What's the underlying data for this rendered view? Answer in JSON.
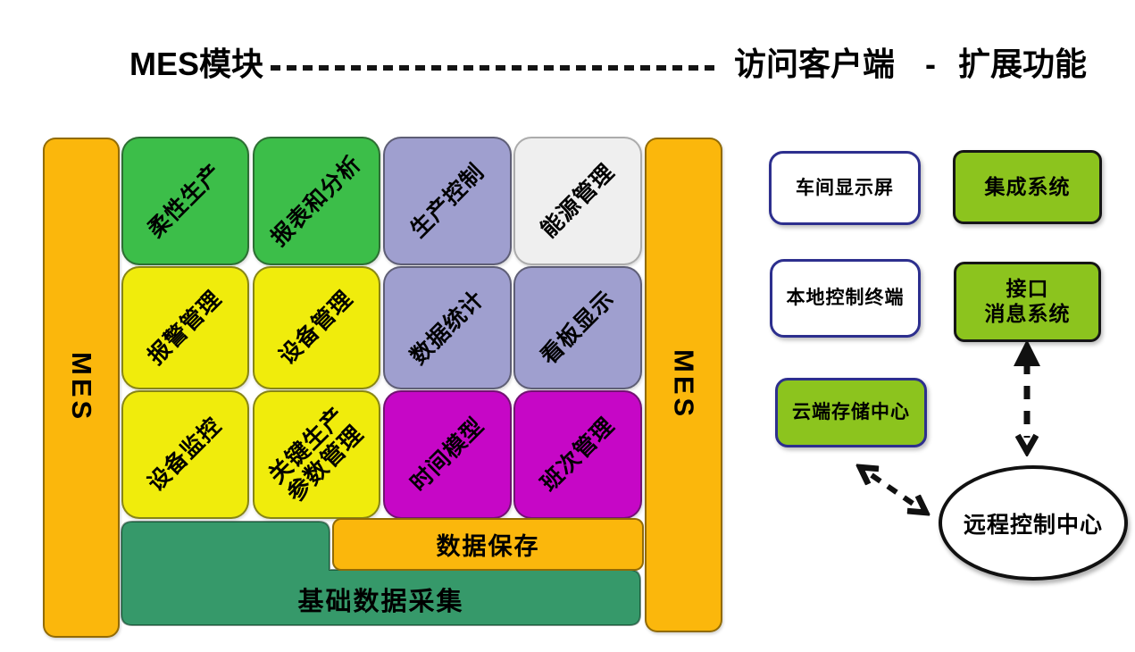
{
  "header": {
    "mes_modules_label": "MES模块",
    "client_access_label": "访问客户端",
    "separator": "-",
    "extensions_label": "扩展功能"
  },
  "mes_bars": {
    "left": "MES",
    "right": "MES"
  },
  "modules": [
    {
      "label": "柔性生产",
      "color": "green"
    },
    {
      "label": "报表和分析",
      "color": "green"
    },
    {
      "label": "生产控制",
      "color": "lavender"
    },
    {
      "label": "能源管理",
      "color": "white"
    },
    {
      "label": "报警管理",
      "color": "yellow"
    },
    {
      "label": "设备管理",
      "color": "yellow"
    },
    {
      "label": "数据统计",
      "color": "lavender"
    },
    {
      "label": "看板显示",
      "color": "lavender"
    },
    {
      "label": "设备监控",
      "color": "yellow"
    },
    {
      "label": "关键生产\n参数管理",
      "color": "yellow"
    },
    {
      "label": "时间模型",
      "color": "magenta"
    },
    {
      "label": "班次管理",
      "color": "magenta"
    }
  ],
  "bottom": {
    "data_storage": "数据保存",
    "base_data_collection": "基础数据采集"
  },
  "clients": [
    {
      "label": "车间显示屏"
    },
    {
      "label": "本地控制终端"
    },
    {
      "label": "云端存储中心"
    }
  ],
  "extensions": [
    {
      "label": "集成系统"
    },
    {
      "label": "接口\n消息系统"
    },
    {
      "label": "远程控制中心"
    }
  ],
  "colors": {
    "orange": "#FBB70C",
    "green": "#3CBE49",
    "yellow": "#F0EC0C",
    "lavender": "#9F9FCF",
    "white_tile": "#EFEFEF",
    "magenta": "#C607C6",
    "teal": "#36996A",
    "lime": "#8CC41E",
    "navy_border": "#2D2F8E"
  }
}
